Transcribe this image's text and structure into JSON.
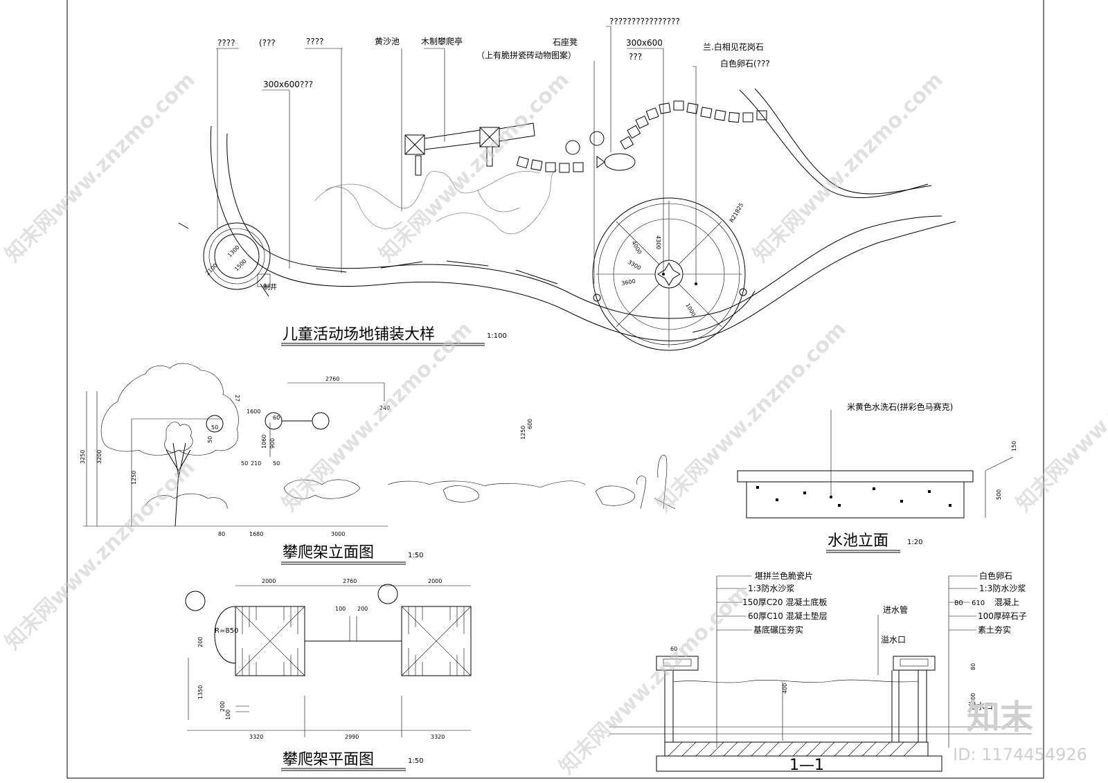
{
  "site_plan": {
    "title": "儿童活动场地铺装大样",
    "scale": "1:100",
    "labels": {
      "l1": "????",
      "l1b": "(???",
      "l2": "????",
      "l3": "300x600???",
      "sandpit": "黄沙池",
      "climbing_pavilion": "木制攀爬亭",
      "stone_seat": "石座凳",
      "stone_seat_note": "（上有脆拼瓷砖动物图案）",
      "l_long": "????????????????",
      "dim_300x600": "300x600",
      "l_q3": "???",
      "granite": "兰.白相见花岗石",
      "pebble": "白色卵石(???",
      "d1300": "1300",
      "d1500": "1500",
      "d2100": "2100",
      "shui": "制井",
      "r21825": "R21825",
      "d4300": "4300",
      "d4000": "4000",
      "d3300": "3300",
      "d3600": "3600",
      "d1000": "1000"
    }
  },
  "climb_elev": {
    "title": "攀爬架立面图",
    "scale": "1:50",
    "dims": [
      "2760",
      "240",
      "1600",
      "60",
      "50",
      "1060",
      "900",
      "50",
      "210",
      "50",
      "3250",
      "3200",
      "1250",
      "80",
      "1680",
      "3000",
      "1250",
      "600",
      "50",
      "27"
    ]
  },
  "pool_elev": {
    "title": "水池立面",
    "scale": "1:20",
    "note": "米黄色水洗石(拼彩色马赛克)",
    "dims": [
      "150",
      "500"
    ]
  },
  "climb_plan": {
    "title": "攀爬架平面图",
    "scale": "1:50",
    "dims": [
      "2000",
      "2760",
      "2000",
      "100",
      "200",
      "R=850",
      "200",
      "1350",
      "200",
      "100",
      "3320",
      "2990",
      "3320"
    ]
  },
  "section": {
    "title": "1—1",
    "left_notes": [
      "堪拼兰色脆瓷片",
      "1:3防水沙浆",
      "150厚C20 混凝土底板",
      "60厚C10 混凝土垫层",
      "基底碾压夯实"
    ],
    "right_notes": [
      "白色卵石",
      "1:3防水沙浆",
      "80",
      "610",
      "混凝上",
      "100厚碎石子",
      "素土夯实"
    ],
    "inlet": "进水管",
    "overflow": "溢水口",
    "drain": "泄水口",
    "dims": [
      "60",
      "400",
      "80",
      "400"
    ]
  },
  "watermark": {
    "text": "知末网www.znzmo.com",
    "brand": "知末",
    "id": "ID: 1174454926"
  }
}
